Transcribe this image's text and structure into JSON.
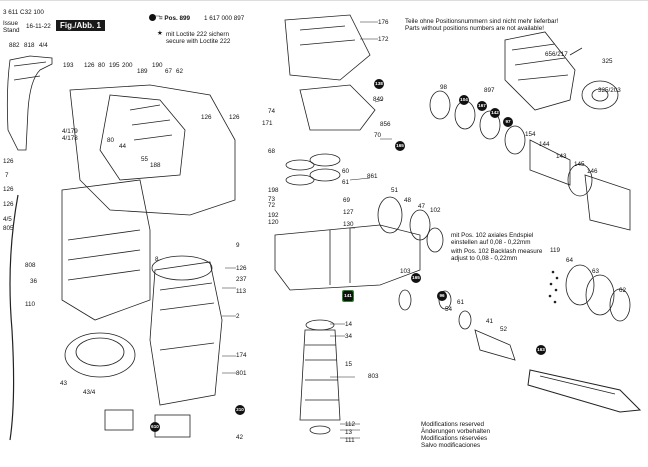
{
  "header": {
    "doc_number": "3 611 C32 100",
    "issue_label": "Issue",
    "stand_label": "Stand",
    "issue_date": "16-11-22",
    "fig_label": "Fig./Abb. 1"
  },
  "legend": {
    "pos_line": "= Pos. 899",
    "pos_part": "1 617 000 897",
    "loctite_line1": "mit Loctite 222 sichern",
    "loctite_line2": "secure with Loctite 222"
  },
  "note_top": {
    "line1": "Teile ohne Positionsnummern sind nicht mehr lieferbar!",
    "line2": "Parts without positions numbers are not available!"
  },
  "note_middle": {
    "line1": "mit Pos. 102 axiales Endspiel",
    "line2": "einstellen auf 0,08 - 0,22mm",
    "line3": "with Pos. 102 Backlash measure",
    "line4": "adjust to 0,08 - 0,22mm"
  },
  "note_bottom": {
    "line1": "Modifications reserved",
    "line2": "Änderungen vorbehalten",
    "line3": "Modifications réservées",
    "line4": "Salvo modificaciones"
  },
  "part_numbers": {
    "p882": "882",
    "p818": "818",
    "p4_4": "4/4",
    "p193": "193",
    "p126a": "126",
    "p80a": "80",
    "p195": "195",
    "p200": "200",
    "p189": "189",
    "p190": "190",
    "p67": "67",
    "p62": "62",
    "p4_179": "4/179",
    "p4_178": "4/178",
    "p80b": "80",
    "p44": "44",
    "p55": "55",
    "p188": "188",
    "p126b": "126",
    "p126c": "126",
    "p7": "7",
    "p126d": "126",
    "p126e": "126",
    "p126f": "126",
    "p4_5": "4/5",
    "p805": "805",
    "p808": "808",
    "p36": "36",
    "p110": "110",
    "p8": "8",
    "p237": "237",
    "p113": "113",
    "p2": "2",
    "p174": "174",
    "p801": "801",
    "p43": "43",
    "p43_4": "43/4",
    "p310": "310",
    "p610": "610",
    "p42": "42",
    "p126g": "126",
    "p9": "9",
    "p176": "176",
    "p172": "172",
    "p138": "138",
    "p849": "849",
    "p74": "74",
    "p171": "171",
    "p856": "856",
    "p70": "70",
    "p165a": "165",
    "p68": "68",
    "p60": "60",
    "p61": "61",
    "p861": "861",
    "p198": "198",
    "p73": "73",
    "p72": "72",
    "p69": "69",
    "p192": "192",
    "p127": "127",
    "p120": "120",
    "p130": "130",
    "p51": "51",
    "p48": "48",
    "p47": "47",
    "p102": "102",
    "p141": "141",
    "p103": "103",
    "p165b": "165",
    "p14": "14",
    "p34": "34",
    "p15": "15",
    "p803": "803",
    "p112": "112",
    "p13": "13",
    "p111": "111",
    "p96": "96",
    "p54": "54",
    "p61b": "61",
    "p41": "41",
    "p52": "52",
    "p163": "163",
    "p656": "656/217",
    "p325": "325",
    "p325_203": "325/203",
    "p98": "98",
    "p104": "104",
    "p897": "897",
    "p167": "167",
    "p142": "142",
    "p97": "97",
    "p154": "154",
    "p144": "144",
    "p143": "143",
    "p145": "145",
    "p146": "146",
    "p119": "119",
    "p64": "64",
    "p63": "63",
    "p62b": "62"
  },
  "colors": {
    "ink": "#111111",
    "badge_fill": "#111111",
    "badge_outline": "#2a8a2a",
    "header_box": "#1a1a1a"
  }
}
